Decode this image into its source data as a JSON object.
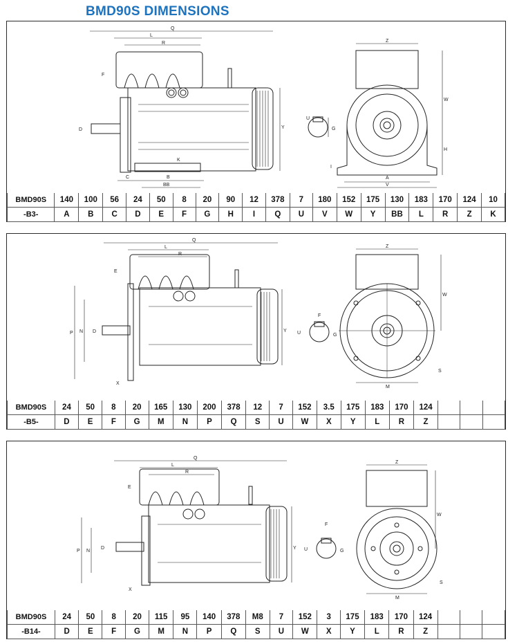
{
  "title": "BMD90S DIMENSIONS",
  "panels": [
    {
      "model": "BMD90S",
      "mount": "-B3-",
      "values": [
        "140",
        "100",
        "56",
        "24",
        "50",
        "8",
        "20",
        "90",
        "12",
        "378",
        "7",
        "180",
        "152",
        "175",
        "130",
        "183",
        "170",
        "124",
        "10"
      ],
      "letters": [
        "A",
        "B",
        "C",
        "D",
        "E",
        "F",
        "G",
        "H",
        "I",
        "Q",
        "U",
        "V",
        "W",
        "Y",
        "BB",
        "L",
        "R",
        "Z",
        "K"
      ]
    },
    {
      "model": "BMD90S",
      "mount": "-B5-",
      "values": [
        "24",
        "50",
        "8",
        "20",
        "165",
        "130",
        "200",
        "378",
        "12",
        "7",
        "152",
        "3.5",
        "175",
        "183",
        "170",
        "124",
        "",
        "",
        ""
      ],
      "letters": [
        "D",
        "E",
        "F",
        "G",
        "M",
        "N",
        "P",
        "Q",
        "S",
        "U",
        "W",
        "X",
        "Y",
        "L",
        "R",
        "Z",
        "",
        "",
        ""
      ]
    },
    {
      "model": "BMD90S",
      "mount": "-B14-",
      "values": [
        "24",
        "50",
        "8",
        "20",
        "115",
        "95",
        "140",
        "378",
        "M8",
        "7",
        "152",
        "3",
        "175",
        "183",
        "170",
        "124",
        "",
        "",
        ""
      ],
      "letters": [
        "D",
        "E",
        "F",
        "G",
        "M",
        "N",
        "P",
        "Q",
        "S",
        "U",
        "W",
        "X",
        "Y",
        "L",
        "R",
        "Z",
        "",
        "",
        ""
      ]
    }
  ],
  "drawing_labels": {
    "b3": [
      "Q",
      "L",
      "R",
      "F",
      "Y",
      "D",
      "C",
      "B",
      "BB",
      "K",
      "Z",
      "W",
      "H",
      "V",
      "A",
      "I",
      "U",
      "G"
    ],
    "b5": [
      "Q",
      "L",
      "R",
      "E",
      "P",
      "N",
      "D",
      "X",
      "Y",
      "Z",
      "W",
      "F",
      "U",
      "G",
      "M",
      "S"
    ],
    "b14": [
      "Q",
      "L",
      "R",
      "E",
      "P",
      "N",
      "D",
      "X",
      "Y",
      "Z",
      "W",
      "F",
      "U",
      "G",
      "M",
      "S"
    ]
  }
}
